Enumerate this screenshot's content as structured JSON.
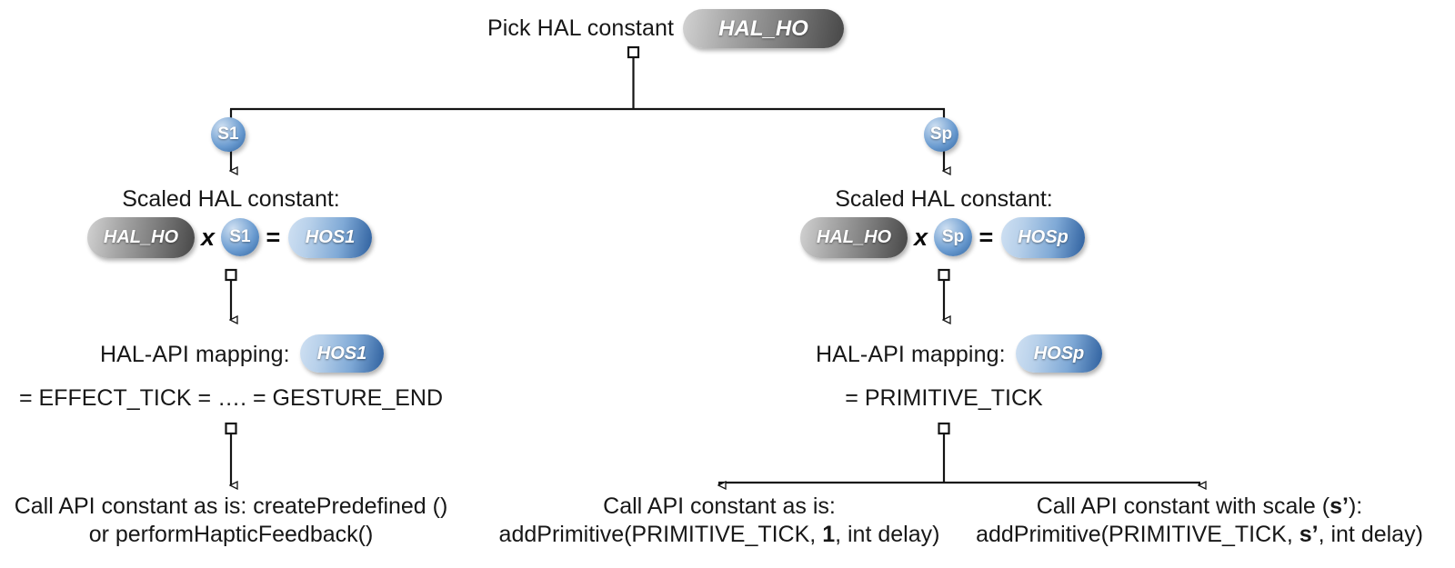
{
  "diagram": {
    "title_row": {
      "label": "Pick HAL constant",
      "pill": "HAL_HO"
    },
    "branches": [
      {
        "badge": "S1",
        "scaled": {
          "caption": "Scaled HAL constant:",
          "left_pill": "HAL_HO",
          "times_op": "x",
          "factor_badge": "S1",
          "equals_op": "=",
          "result_pill": "HOS1"
        },
        "mapping": {
          "caption": "HAL-API mapping:",
          "pill": "HOS1",
          "expansion": "= EFFECT_TICK = …. = GESTURE_END"
        },
        "calls": [
          {
            "line1": "Call API constant as is: createPredefined ()",
            "line2": "or performHapticFeedback()",
            "bold_tokens": []
          }
        ]
      },
      {
        "badge": "Sp",
        "scaled": {
          "caption": "Scaled HAL constant:",
          "left_pill": "HAL_HO",
          "times_op": "x",
          "factor_badge": "Sp",
          "equals_op": "=",
          "result_pill": "HOSp"
        },
        "mapping": {
          "caption": "HAL-API mapping:",
          "pill": "HOSp",
          "expansion": "= PRIMITIVE_TICK"
        },
        "calls": [
          {
            "line1": "Call API constant as is:",
            "line2_prefix": "addPrimitive(PRIMITIVE_TICK, ",
            "line2_bold": "1",
            "line2_suffix": ", int delay)"
          },
          {
            "line1_prefix": "Call API constant with scale (",
            "line1_bold": "s’",
            "line1_suffix": "):",
            "line2_prefix": "addPrimitive(PRIMITIVE_TICK, ",
            "line2_bold": "s’",
            "line2_suffix": ", int delay)"
          }
        ]
      }
    ],
    "colors": {
      "line": "#141414",
      "text": "#171717",
      "pill_gray_light": "#d2d2d2",
      "pill_gray_dark": "#474747",
      "pill_blue_light": "#cfe0f2",
      "pill_blue_dark": "#2d5f9e",
      "badge_blue": "#4a83c4",
      "background": "#ffffff"
    }
  }
}
